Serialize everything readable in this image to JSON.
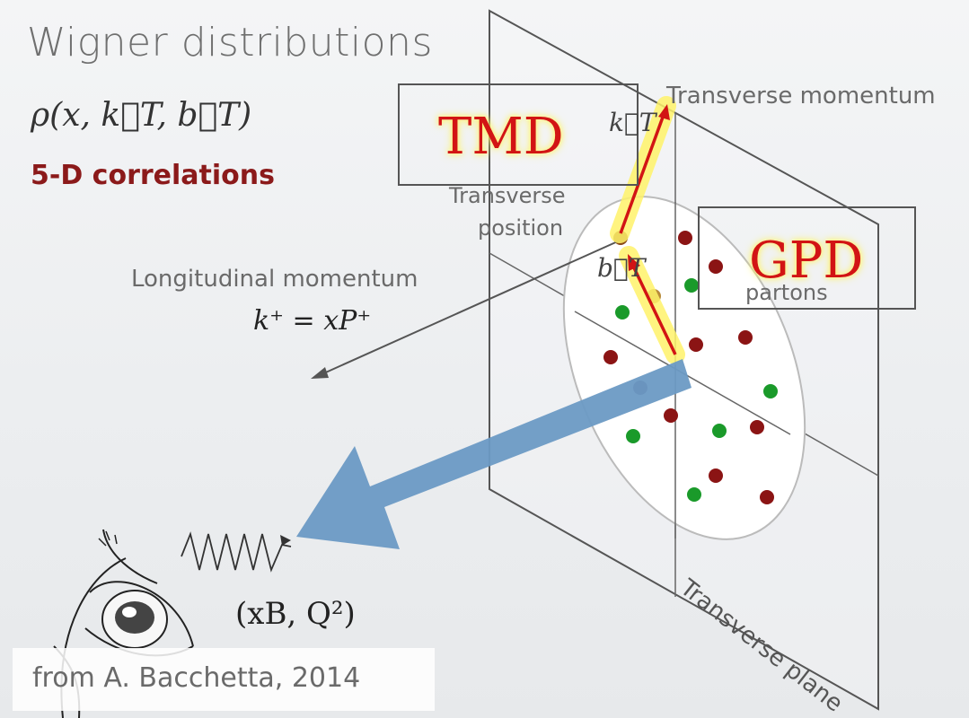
{
  "title": "Wigner distributions",
  "rho_formula": "ρ(x, k⃗T, b⃗T)",
  "correlations": "5-D correlations",
  "longitudinal_momentum": "Longitudinal momentum",
  "kplus_formula": "k⁺ = xP⁺",
  "tmd_label": "TMD",
  "gpd_label": "GPD",
  "transverse_momentum": "Transverse momentum",
  "kT_label": "k⃗T",
  "bT_label": "b⃗T",
  "transverse_position_line1": "Transverse",
  "transverse_position_line2": "position",
  "partons_label": "partons",
  "xb_q2": "(xB, Q²)",
  "transverse_plane": "Transverse plane",
  "credit": "from A. Bacchetta, 2014",
  "colors": {
    "red_parton": "#8b1414",
    "green_parton": "#1a9a2a",
    "purple_parton": "#4a2a5a",
    "arrow_blue": "#6c9ac4",
    "highlight": "#fff36a",
    "vector_red": "#d21414"
  }
}
